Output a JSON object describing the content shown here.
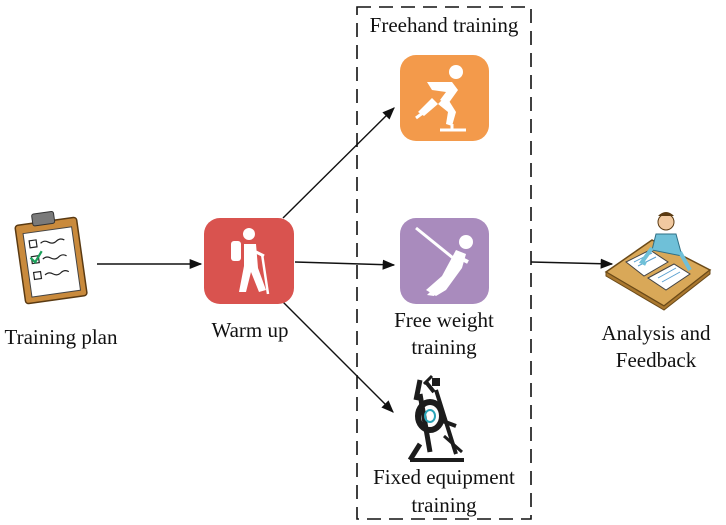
{
  "nodes": {
    "training_plan": {
      "label": "Training plan"
    },
    "warm_up": {
      "label": "Warm up",
      "color": "#d9534f"
    },
    "freehand": {
      "label": "Freehand training",
      "color": "#f39a4b"
    },
    "free_weight": {
      "label_line1": "Free weight",
      "label_line2": "training",
      "color": "#a98bbd"
    },
    "fixed_equipment": {
      "label_line1": "Fixed equipment",
      "label_line2": "training"
    },
    "analysis": {
      "label_line1": "Analysis and",
      "label_line2": "Feedback"
    }
  },
  "group": {
    "border": "dashed",
    "contains": [
      "freehand",
      "free_weight",
      "fixed_equipment"
    ]
  },
  "edges": [
    {
      "from": "training_plan",
      "to": "warm_up"
    },
    {
      "from": "warm_up",
      "to": "freehand"
    },
    {
      "from": "warm_up",
      "to": "free_weight"
    },
    {
      "from": "warm_up",
      "to": "fixed_equipment"
    },
    {
      "from": "group",
      "to": "analysis"
    }
  ],
  "icons": {
    "training_plan": "clipboard-checklist-icon",
    "warm_up": "hiker-icon",
    "freehand": "skater-icon",
    "free_weight": "golfer-icon",
    "fixed_equipment": "elliptical-trainer-icon",
    "analysis": "analyst-at-desk-icon"
  }
}
